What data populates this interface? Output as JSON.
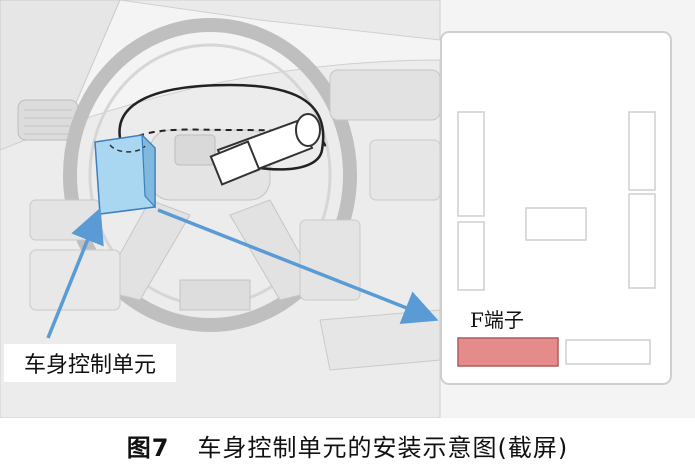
{
  "diagram": {
    "callout_label": "车身控制单元",
    "connector_label": "F端子"
  },
  "caption": {
    "figure_no": "图7",
    "text": "车身控制单元的安装示意图(截屏)"
  },
  "colors": {
    "unit_fill": "#a9d7f2",
    "unit_stroke": "#3d7fbd",
    "arrow": "#5b9bd5",
    "highlight_terminal": "#e58b8b",
    "line_art": "#c9c9c9",
    "background_tint": "#efefef"
  }
}
